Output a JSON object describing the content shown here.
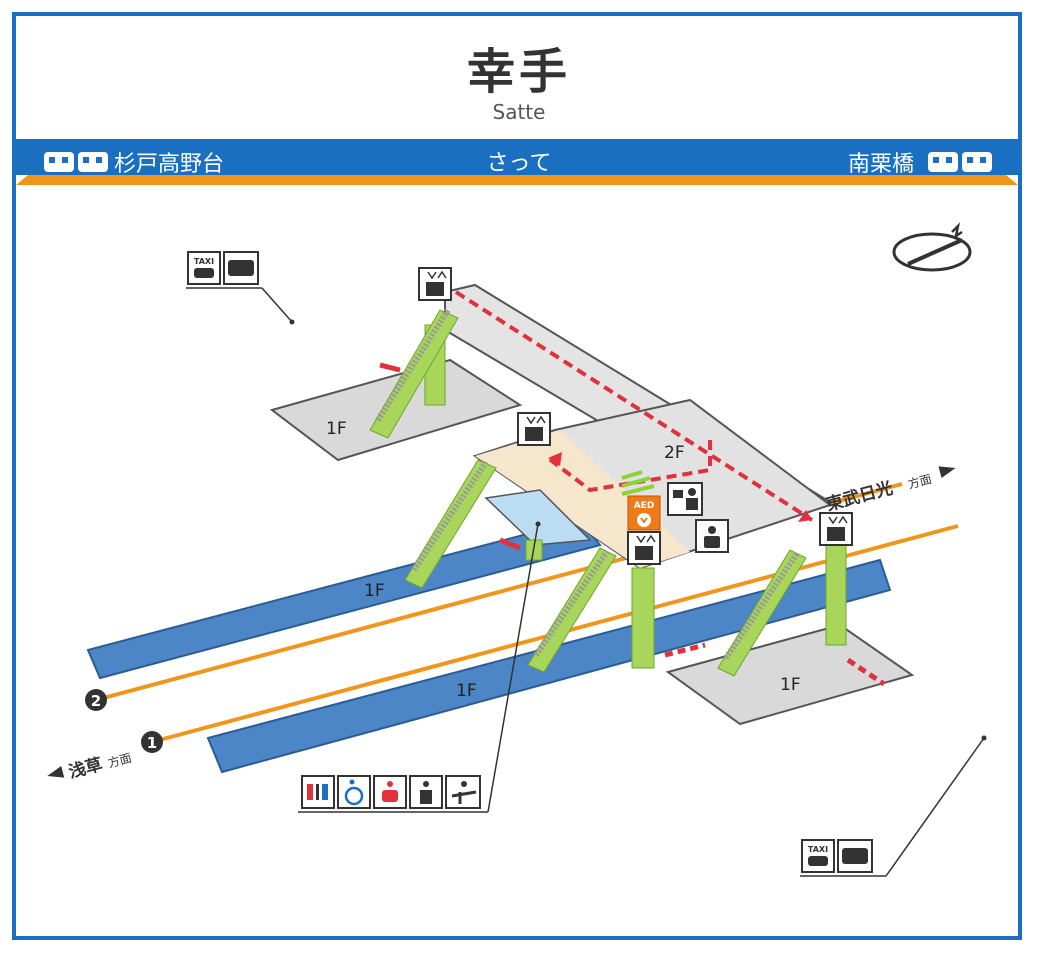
{
  "station": {
    "name_ja": "幸手",
    "name_en": "Satte",
    "name_kana": "さって"
  },
  "neighbors": {
    "left": "杉戸高野台",
    "right": "南栗橋"
  },
  "directions": {
    "nikko": "東武日光",
    "asakusa": "浅草",
    "suffix": "方面"
  },
  "floors": {
    "upper_left": "1F",
    "concourse": "2F",
    "platform_mid": "1F",
    "platform_front": "1F",
    "right_exit": "1F"
  },
  "tracks": {
    "track_1": "1",
    "track_2": "2"
  },
  "facilities": {
    "taxi_label": "TAXI",
    "aed_label": "AED"
  },
  "colors": {
    "brand_blue": "#1b6fc0",
    "orange": "#f0961c",
    "platform_blue": "#4d86c6",
    "concourse": "#f6e6cc",
    "pillar_green": "#a7d65a",
    "route_red": "#e0313c",
    "floor_gray": "#d9d9d9"
  },
  "icons": [
    "train-icon",
    "taxi-icon",
    "bus-icon",
    "elevator-icon",
    "toilet-icon",
    "accessible-icon",
    "baby-icon",
    "restroom-icon",
    "aed-icon",
    "ticket-office-icon",
    "attendant-icon",
    "compass-icon"
  ]
}
